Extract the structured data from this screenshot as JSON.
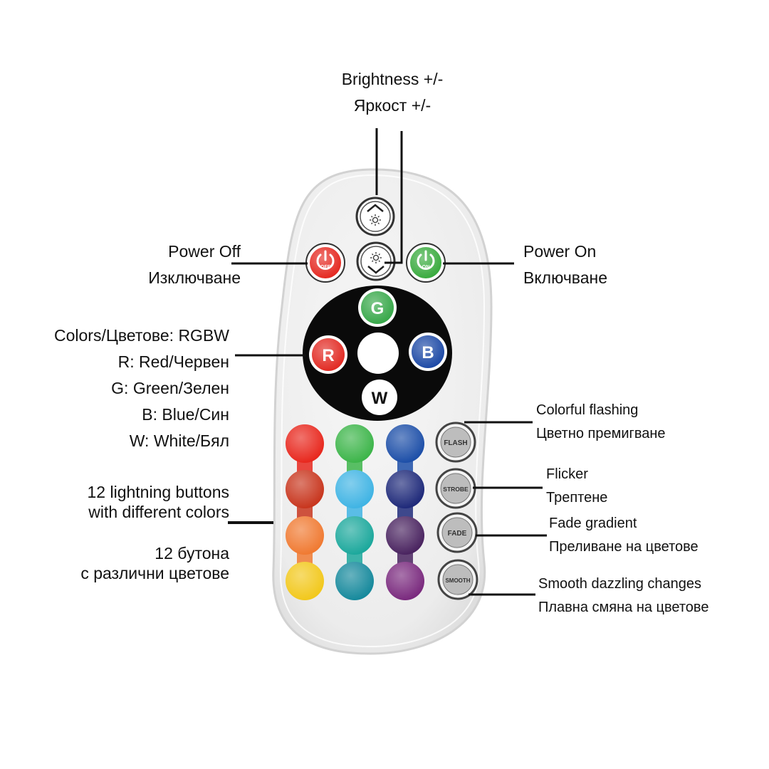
{
  "annotations": {
    "brightness": {
      "en": "Brightness +/-",
      "bg": "Яркост +/-"
    },
    "power_off": {
      "en": "Power Off",
      "bg": "Изключване"
    },
    "power_on": {
      "en": "Power On",
      "bg": "Включване"
    },
    "colors": {
      "title": "Colors/Цветове: RGBW",
      "r": "R: Red/Червен",
      "g": "G: Green/Зелен",
      "b": "B: Blue/Син",
      "w": "W: White/Бял"
    },
    "twelve_buttons": {
      "en_line1": "12 lightning buttons",
      "en_line2": "with different colors",
      "bg_line1": "12 бутона",
      "bg_line2": "с различни цветове"
    },
    "flash": {
      "en": "Colorful flashing",
      "bg": "Цветно премигване"
    },
    "strobe": {
      "en": "Flicker",
      "bg": "Трептене"
    },
    "fade": {
      "en": "Fade gradient",
      "bg": "Преливане на цветове"
    },
    "smooth": {
      "en": "Smooth dazzling changes",
      "bg": "Плавна смяна на цветове"
    }
  },
  "remote": {
    "power_off_text": "OFF",
    "power_on_text": "ON",
    "rgbw": {
      "g": "G",
      "r": "R",
      "b": "B",
      "w": "W"
    },
    "mode_buttons": {
      "flash": "FLASH",
      "strobe": "STROBE",
      "fade": "FADE",
      "smooth": "SMOOTH"
    },
    "color_buttons": [
      [
        "#e8281e",
        "#3db54a",
        "#1d4fa8"
      ],
      [
        "#c8361e",
        "#40b4e4",
        "#1f2a7a"
      ],
      [
        "#f07a32",
        "#1ca89c",
        "#4a2460"
      ],
      [
        "#f2c81c",
        "#16899c",
        "#7a2a7e"
      ]
    ],
    "colors": {
      "body": "#efefef",
      "power_off": "#e52a22",
      "power_on": "#3aab3f",
      "g_button": "#38a84a",
      "r_button": "#e22b24",
      "b_button": "#1e4aa6",
      "w_button": "#ffffff",
      "rgbw_pad": "#0a0a0a"
    }
  }
}
